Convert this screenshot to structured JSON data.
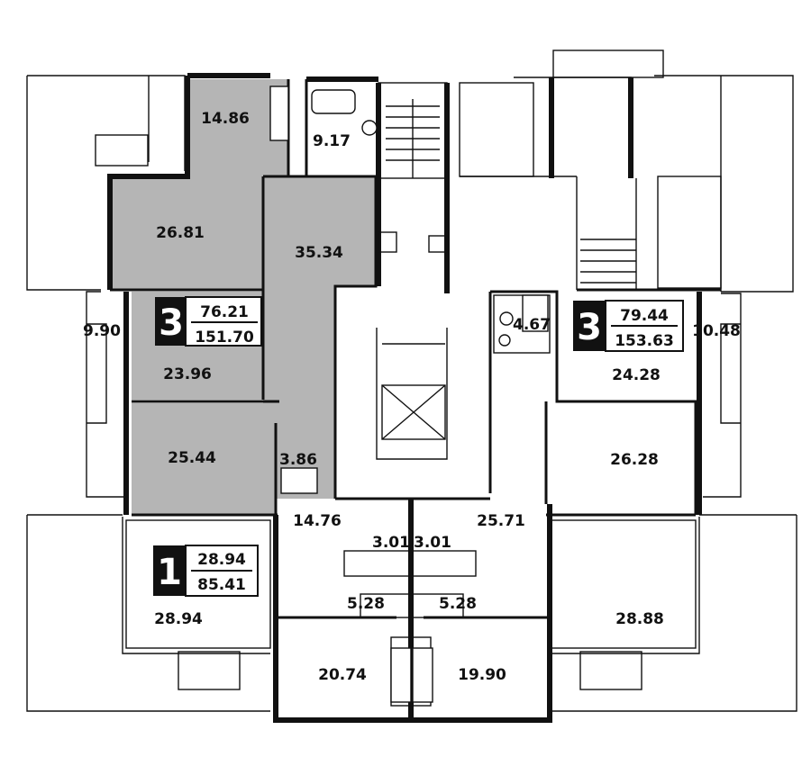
{
  "rooms": [
    {
      "id": "r1",
      "label": "14.86"
    },
    {
      "id": "r2",
      "label": "9.17"
    },
    {
      "id": "r3",
      "label": "26.81"
    },
    {
      "id": "r4",
      "label": "35.34"
    },
    {
      "id": "r5",
      "label": "9.90"
    },
    {
      "id": "r6",
      "label": "23.96"
    },
    {
      "id": "r7",
      "label": "25.44"
    },
    {
      "id": "r8",
      "label": "3.86"
    },
    {
      "id": "r9",
      "label": "4.67"
    },
    {
      "id": "r10",
      "label": "10.48"
    },
    {
      "id": "r11",
      "label": "24.28"
    },
    {
      "id": "r12",
      "label": "26.28"
    },
    {
      "id": "r13",
      "label": "14.76"
    },
    {
      "id": "r14",
      "label": "25.71"
    },
    {
      "id": "r15",
      "label": "3.01"
    },
    {
      "id": "r16",
      "label": "3.01"
    },
    {
      "id": "r17",
      "label": "5.28"
    },
    {
      "id": "r18",
      "label": "5.28"
    },
    {
      "id": "r19",
      "label": "28.94"
    },
    {
      "id": "r20",
      "label": "28.88"
    },
    {
      "id": "r21",
      "label": "20.74"
    },
    {
      "id": "r22",
      "label": "19.90"
    }
  ],
  "apartments": [
    {
      "id": "aptA",
      "rooms": "3",
      "living_area": "76.21",
      "total_area": "151.70"
    },
    {
      "id": "aptB",
      "rooms": "3",
      "living_area": "79.44",
      "total_area": "153.63"
    },
    {
      "id": "aptC",
      "rooms": "1",
      "living_area": "28.94",
      "total_area": "85.41"
    }
  ],
  "colors": {
    "highlight": "#b5b5b5",
    "walls": "#111111",
    "background": "#ffffff"
  }
}
